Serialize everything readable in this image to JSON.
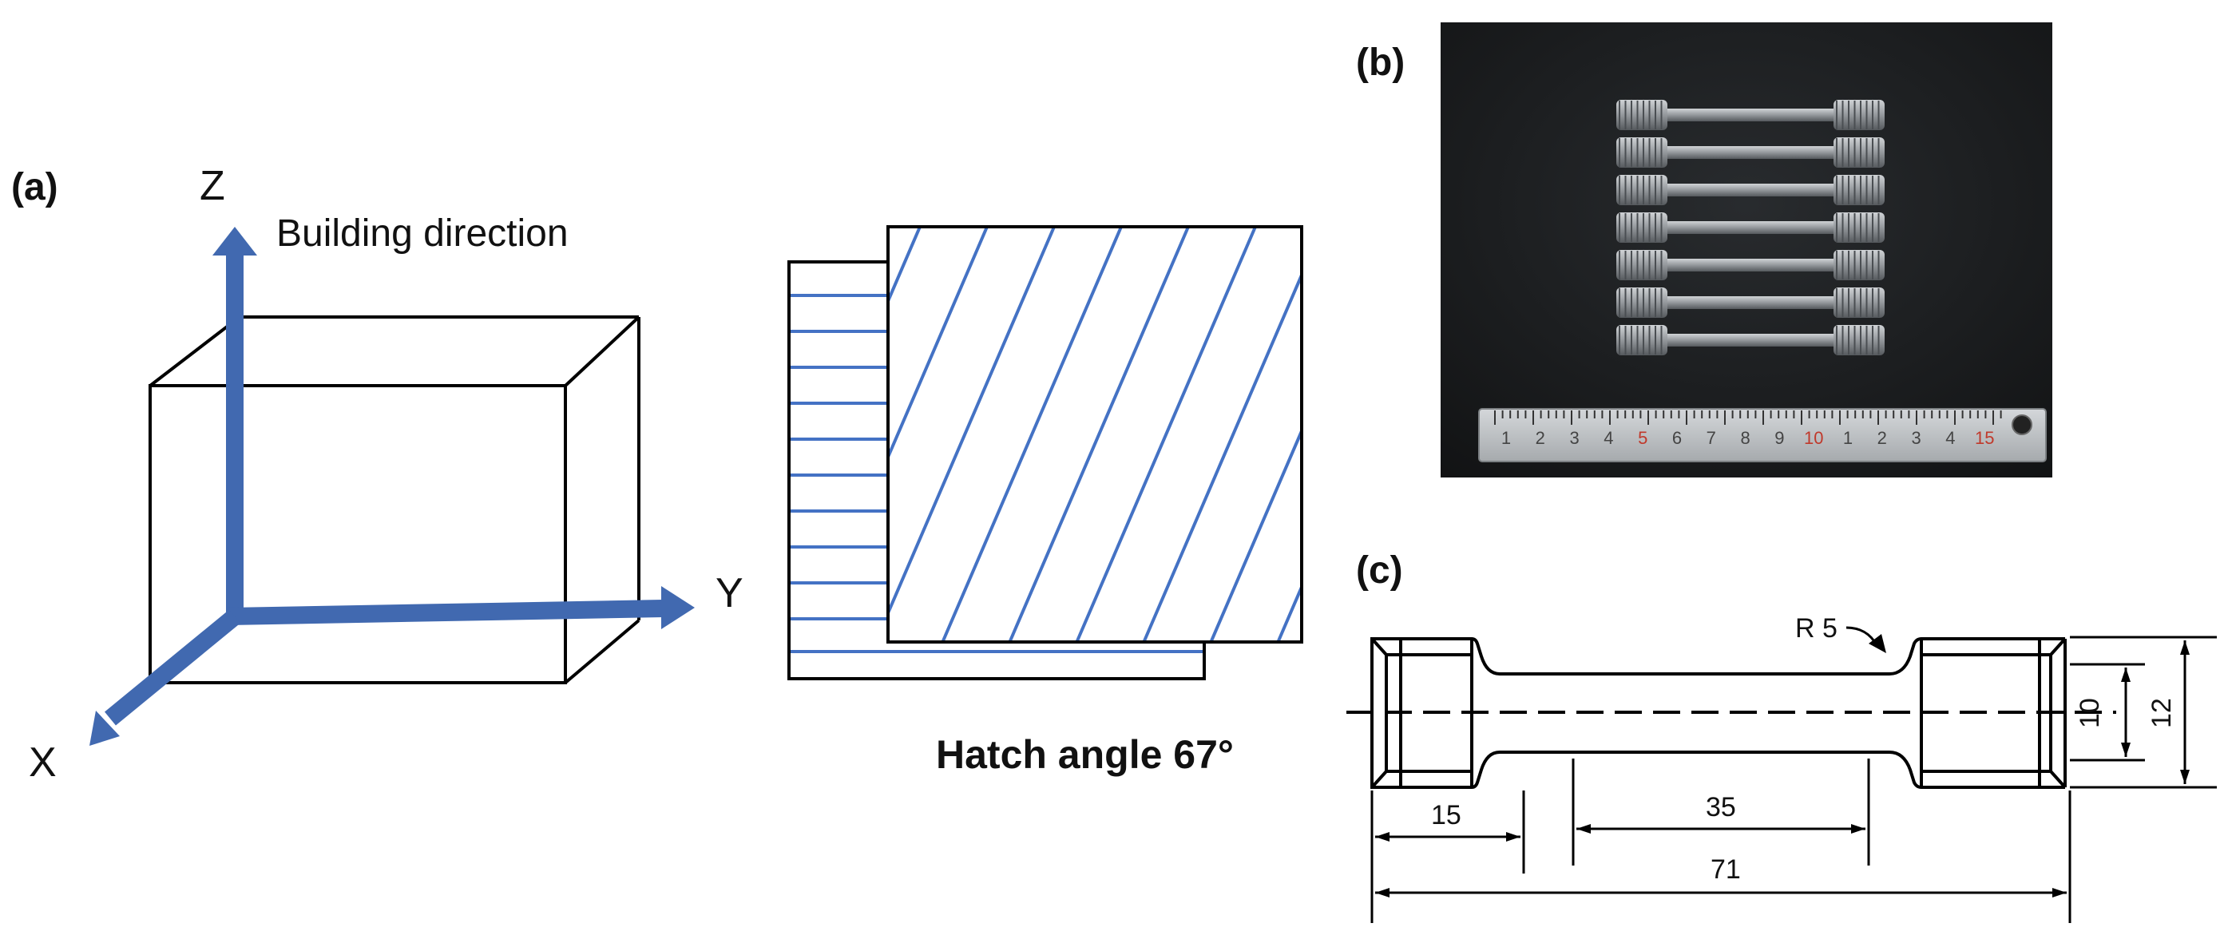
{
  "panel_a": {
    "tag": "(a)",
    "axis_z": "Z",
    "axis_y": "Y",
    "axis_x": "X",
    "building_direction": "Building direction",
    "hatch_caption": "Hatch angle 67°",
    "colors": {
      "axis": "#4169b0",
      "hatch": "#4472c4",
      "outline": "#000000"
    }
  },
  "panel_b": {
    "tag": "(b)",
    "ruler_numbers": [
      "1",
      "2",
      "3",
      "4",
      "5",
      "6",
      "7",
      "8",
      "9",
      "10",
      "1",
      "2",
      "3",
      "4",
      "15"
    ],
    "colors": {
      "background": "#1a1c1e",
      "ruler": "#b8bcbf",
      "specimen": "#8c9094",
      "red_number": "#c0392b"
    }
  },
  "panel_c": {
    "tag": "(c)",
    "radius": "R 5",
    "dim_grip_length": "15",
    "dim_gauge_length": "35",
    "dim_total_length": "71",
    "dim_gauge_diameter": "10",
    "dim_grip_diameter": "12"
  }
}
